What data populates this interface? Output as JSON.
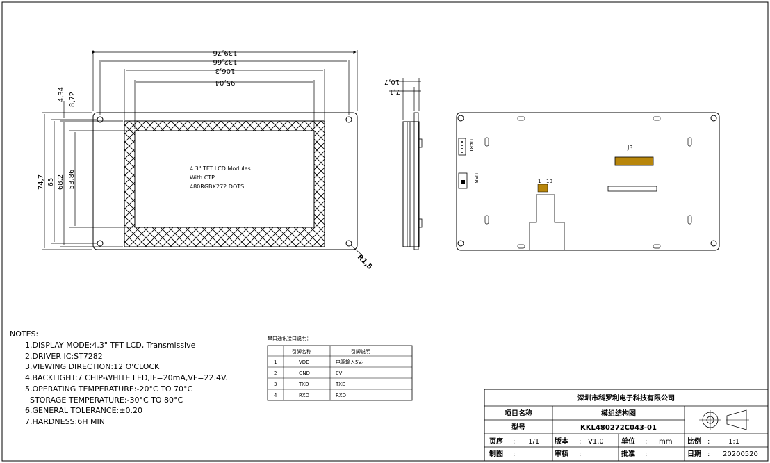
{
  "front_view": {
    "dims": {
      "w_outer": "139,76",
      "w_holes": "132,66",
      "w_view": "106,3",
      "w_active": "95,04",
      "h_outer": "74,7",
      "h_holes": "65",
      "h_view": "68,2",
      "h_active": "53,86",
      "off_top": "4,34",
      "off_view": "8,72",
      "hole_r": "R1,5"
    },
    "screen_text": [
      "4.3\" TFT LCD Modules",
      "With CTP",
      "480RGBX272 DOTS"
    ]
  },
  "side_view": {
    "dims": {
      "thickness": "10,7",
      "panel": "7,1"
    }
  },
  "back_view": {
    "labels": {
      "j3": "J3",
      "uart": "UART",
      "usb": "USB",
      "pin1": "1",
      "pin10": "10"
    }
  },
  "notes": {
    "title": "NOTES:",
    "items": [
      "1.DISPLAY MODE:4.3\" TFT LCD, Transmissive",
      "2.DRIVER IC:ST7282",
      "3.VIEWING DIRECTION:12 O'CLOCK",
      "4.BACKLIGHT:7 CHIP-WHITE LED,IF=20mA,VF=22.4V.",
      "5.OPERATING TEMPERATURE:-20°C TO 70°C",
      "  STORAGE TEMPERATURE:-30°C TO 80°C",
      "6.GENERAL TOLERANCE:±0.20",
      "7.HARDNESS:6H MIN"
    ]
  },
  "pin_table": {
    "title": "串口通讯接口说明：",
    "headers": [
      "",
      "引脚名称",
      "引脚说明"
    ],
    "rows": [
      [
        "1",
        "VDD",
        "电源输入5V。"
      ],
      [
        "2",
        "GND",
        "0V"
      ],
      [
        "3",
        "TXD",
        "TXD"
      ],
      [
        "4",
        "RXD",
        "RXD"
      ]
    ]
  },
  "title_block": {
    "company": "深圳市科罗利电子科技有限公司",
    "project_label": "项目名称",
    "project_value": "模组结构图",
    "model_label": "型号",
    "model_value": "KKL480272C043-01",
    "page_label": "页序",
    "page_sep": ":",
    "page_value": "1/1",
    "version_label": "版本",
    "version_sep": ":",
    "version_value": "V1.0",
    "unit_label": "单位",
    "unit_sep": ":",
    "unit_value": "mm",
    "scale_label": "比例",
    "scale_sep": ":",
    "scale_value": "1:1",
    "drawn_label": "制图",
    "drawn_sep": ":",
    "check_label": "审核",
    "check_sep": ":",
    "approve_label": "批准",
    "approve_sep": ":",
    "date_label": "日期",
    "date_sep": ":",
    "date_value": "20200520"
  }
}
